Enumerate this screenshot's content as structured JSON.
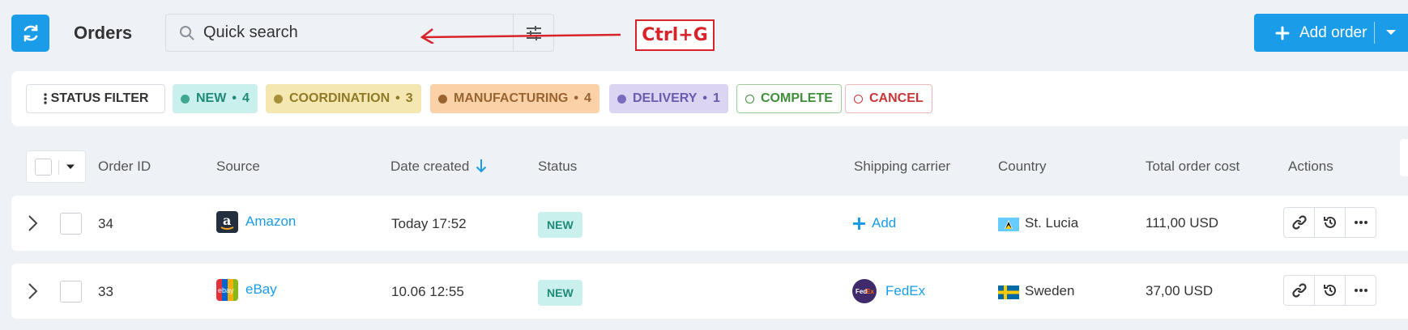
{
  "header": {
    "refresh_icon": "refresh-icon",
    "title": "Orders",
    "search": {
      "placeholder": "Quick search",
      "value": ""
    },
    "settings_icon": "sliders-icon",
    "annotation": "Ctrl+G",
    "add_order_label": "Add order"
  },
  "status_filter": {
    "label": "STATUS FILTER",
    "chips": [
      {
        "label": "NEW",
        "count": "4",
        "bg": "#c9f0ec",
        "color": "#1f8a78",
        "dot": "#3fa68f"
      },
      {
        "label": "COORDINATION",
        "count": "3",
        "bg": "#f4e7b1",
        "color": "#8f7a25",
        "dot": "#a8903a"
      },
      {
        "label": "MANUFACTURING",
        "count": "4",
        "bg": "#fbd2a8",
        "color": "#9a6430",
        "dot": "#9a6430"
      },
      {
        "label": "DELIVERY",
        "count": "1",
        "bg": "#dcd5f2",
        "color": "#6a5ab0",
        "dot": "#7a6bbf"
      },
      {
        "label": "COMPLETE",
        "count": "",
        "bg": "#ffffff",
        "color": "#3f8f3a",
        "border": "#9bd09a"
      },
      {
        "label": "CANCEL",
        "count": "",
        "bg": "#ffffff",
        "color": "#c83535",
        "border": "#f0b8b8"
      }
    ]
  },
  "table": {
    "columns": {
      "order_id": "Order ID",
      "source": "Source",
      "date_created": "Date created",
      "status": "Status",
      "shipping_carrier": "Shipping carrier",
      "country": "Country",
      "total": "Total order cost",
      "actions": "Actions"
    },
    "rows": [
      {
        "order_id": "34",
        "source": "Amazon",
        "date": "Today 17:52",
        "status": "NEW",
        "carrier": "Add",
        "country": "St. Lucia",
        "total": "111,00 USD"
      },
      {
        "order_id": "33",
        "source": "eBay",
        "date": "10.06 12:55",
        "status": "NEW",
        "carrier": "FedEx",
        "country": "Sweden",
        "total": "37,00 USD"
      }
    ]
  },
  "colors": {
    "accent": "#1a9ce8",
    "annotation": "#d8232a"
  }
}
